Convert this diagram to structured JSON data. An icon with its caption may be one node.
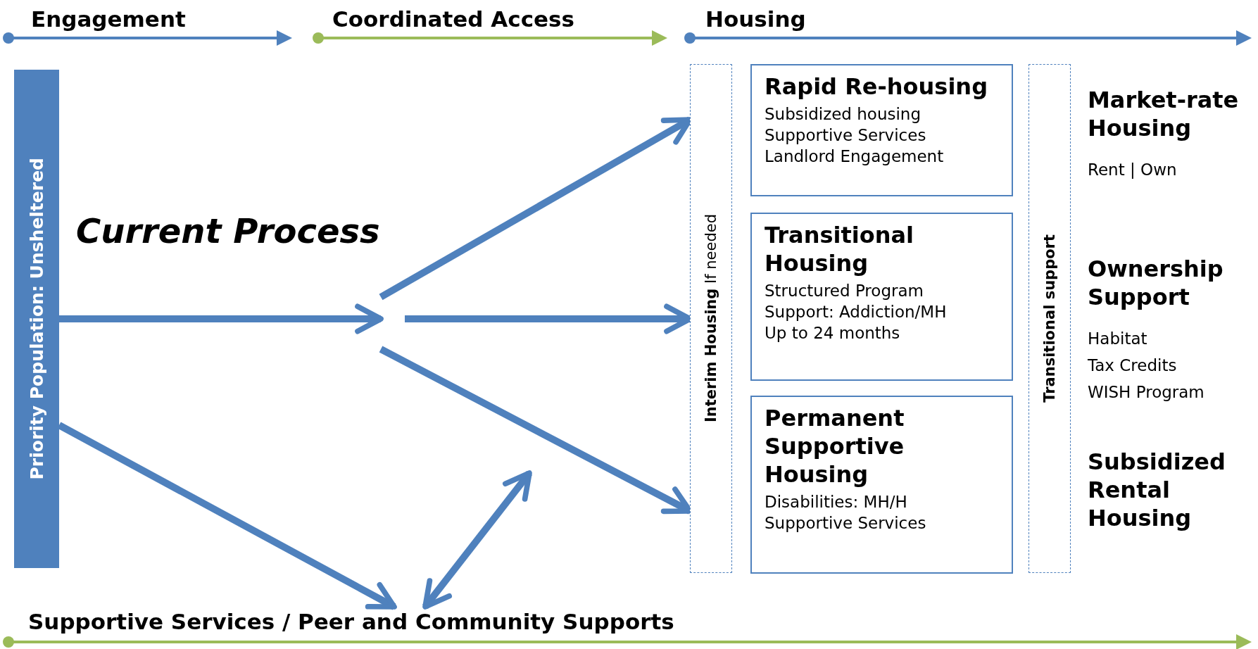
{
  "diagram": {
    "nodes": [
      {
        "text": [
          "Priority Population: Unsheltered"
        ]
      },
      {
        "text": [
          "**Interim Housing** If needed"
        ]
      },
      {
        "text": [
          "Rapid Re-housing",
          "Subsidized housing",
          "Supportive Services",
          "Landlord Engagement"
        ]
      },
      {
        "text": [
          "Transitional Housing",
          "Structured Program",
          "Support: Addiction/MH",
          "Up to 24 months"
        ]
      },
      {
        "text": [
          "Permanent Supportive Housing",
          "Disabilities: MH/H",
          "Supportive Services"
        ]
      },
      {
        "text": [
          "Transitional support"
        ]
      },
      {
        "text": [
          "Supportive Services / Peer and Community Supports"
        ]
      }
    ],
    "edges": [
      {
        "from": 0,
        "to": null,
        "arrow": "to"
      },
      {
        "from": null,
        "to": 1,
        "arrow": "to"
      },
      {
        "from": null,
        "to": 1,
        "arrow": "to"
      },
      {
        "from": null,
        "to": 1,
        "arrow": "to"
      },
      {
        "from": 0,
        "to": 6,
        "arrow": "to"
      },
      {
        "from": 6,
        "to": null,
        "arrow": "both"
      }
    ],
    "labels": [
      "Engagement",
      "Coordinated Access",
      "Housing",
      "Current Process",
      "Market-rate Housing",
      "Rent | Own",
      "Ownership Support",
      "Habitat",
      "Tax Credits",
      "WISH Program",
      "Subsidized Rental Housing"
    ]
  }
}
